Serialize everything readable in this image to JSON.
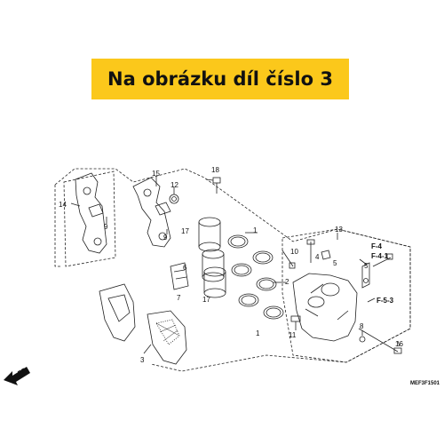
{
  "banner": {
    "text": "Na obrázku díl číslo 3",
    "color": "#fbc81b"
  },
  "diagram": {
    "callouts": [
      {
        "id": "14",
        "text": "14"
      },
      {
        "id": "15",
        "text": "15"
      },
      {
        "id": "12",
        "text": "12"
      },
      {
        "id": "18",
        "text": "18"
      },
      {
        "id": "9a",
        "text": "9"
      },
      {
        "id": "9b",
        "text": "9"
      },
      {
        "id": "17a",
        "text": "17"
      },
      {
        "id": "6",
        "text": "6"
      },
      {
        "id": "17b",
        "text": "17"
      },
      {
        "id": "1a",
        "text": "1"
      },
      {
        "id": "2",
        "text": "2"
      },
      {
        "id": "1b",
        "text": "1"
      },
      {
        "id": "10",
        "text": "10"
      },
      {
        "id": "4",
        "text": "4"
      },
      {
        "id": "5a",
        "text": "5"
      },
      {
        "id": "13",
        "text": "13"
      },
      {
        "id": "5b",
        "text": "5"
      },
      {
        "id": "7",
        "text": "7"
      },
      {
        "id": "11",
        "text": "11"
      },
      {
        "id": "8",
        "text": "8"
      },
      {
        "id": "16",
        "text": "16"
      },
      {
        "id": "3",
        "text": "3"
      }
    ],
    "refs": {
      "f4": "F-4",
      "f41": "F-4-1",
      "f53": "F-5-3"
    },
    "fr_label": "FR.",
    "code": "MEF3F1501"
  }
}
